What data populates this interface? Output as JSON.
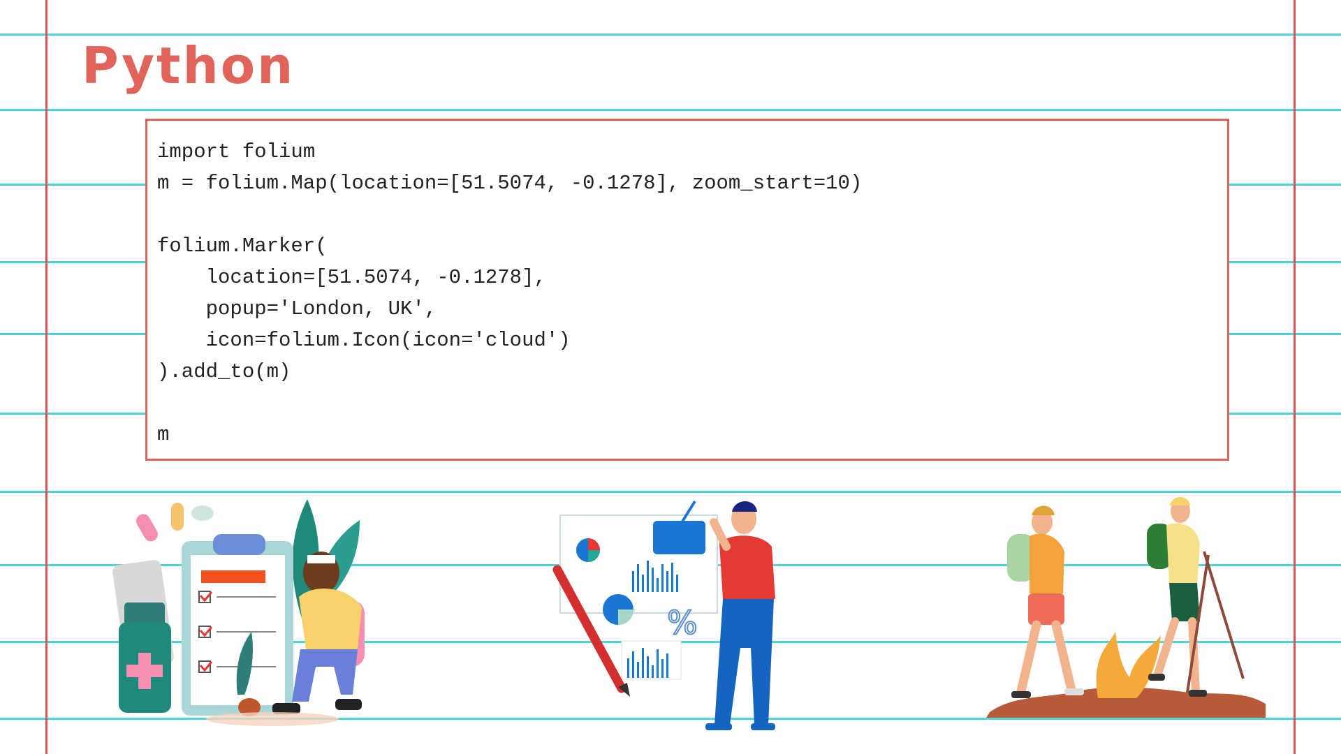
{
  "slide": {
    "title": "Python",
    "code_lines": [
      "import folium",
      "m = folium.Map(location=[51.5074, -0.1278], zoom_start=10)",
      "",
      "folium.Marker(",
      "    location=[51.5074, -0.1278],",
      "    popup='London, UK',",
      "    icon=folium.Icon(icon='cloud')",
      ").add_to(m)",
      "",
      "m"
    ]
  },
  "colors": {
    "accent": "#e0645a",
    "ruled_line": "#4fd6d6",
    "margin_line": "#d9534f",
    "code_text": "#222222"
  },
  "illustrations": [
    "medical-clipboard-illustration",
    "data-analyst-illustration",
    "hikers-illustration"
  ]
}
